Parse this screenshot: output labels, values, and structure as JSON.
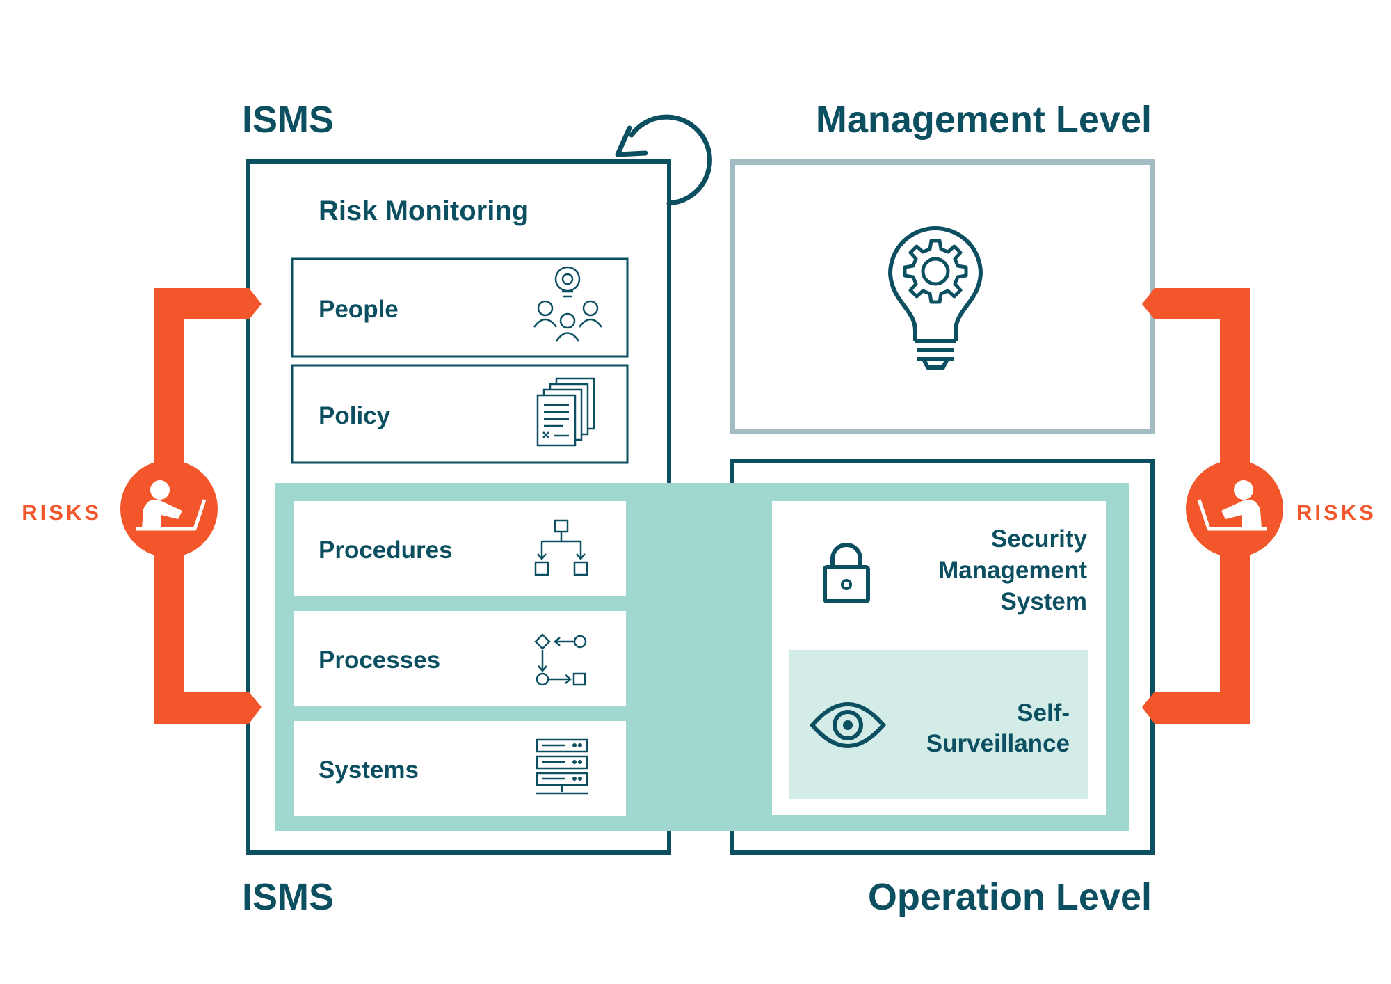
{
  "headings": {
    "isms_top": "ISMS",
    "management_level": "Management Level",
    "isms_bottom": "ISMS",
    "operation_level": "Operation Level"
  },
  "isms_panel": {
    "title": "Risk Monitoring",
    "items": [
      {
        "label": "People",
        "icon": "people-idea-icon"
      },
      {
        "label": "Policy",
        "icon": "documents-icon"
      },
      {
        "label": "Procedures",
        "icon": "hierarchy-icon"
      },
      {
        "label": "Processes",
        "icon": "process-flow-icon"
      },
      {
        "label": "Systems",
        "icon": "server-rack-icon"
      }
    ]
  },
  "management_panel": {
    "icon": "lightbulb-gear-icon"
  },
  "operation_panel": {
    "security_lines": [
      "Security",
      "Management",
      "System"
    ],
    "security_icon": "padlock-icon",
    "surveillance_lines": [
      "Self-",
      "Surveillance"
    ],
    "surveillance_icon": "eye-icon"
  },
  "risks": {
    "left_label": "RISKS",
    "right_label": "RISKS",
    "icon": "person-laptop-icon"
  },
  "colors": {
    "dark_teal": "#0b4f61",
    "light_teal": "#a0d7cf",
    "pale_teal": "#d4ece8",
    "gray_teal": "#a2bcc3",
    "orange": "#f2562a",
    "white": "#ffffff"
  }
}
